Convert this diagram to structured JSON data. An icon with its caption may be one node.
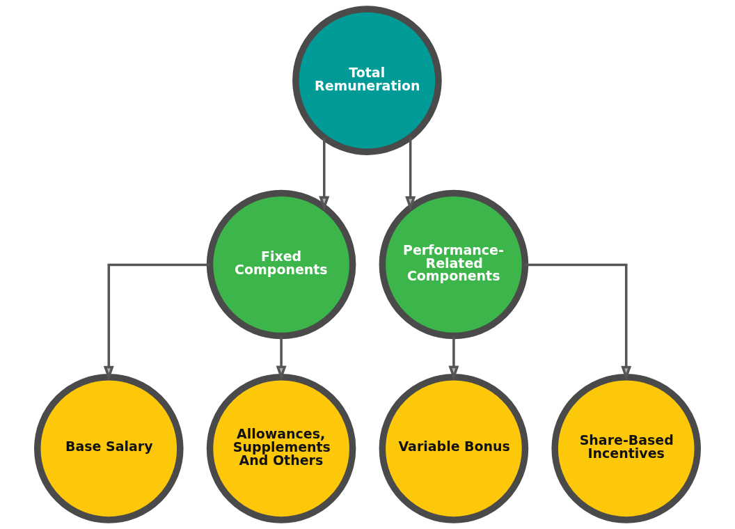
{
  "diagram": {
    "nodes": [
      {
        "text": [
          "Total Remuneration"
        ]
      },
      {
        "text": [
          "Fixed Components"
        ]
      },
      {
        "text": [
          "Performance-Related Components"
        ]
      },
      {
        "text": [
          "Base Salary"
        ]
      },
      {
        "text": [
          "Allowances, Supplements And Others"
        ]
      },
      {
        "text": [
          "Variable Bonus"
        ]
      },
      {
        "text": [
          "Share-Based Incentives"
        ]
      }
    ],
    "edges": [
      {
        "from": 0,
        "to": 1,
        "arrow": "to"
      },
      {
        "from": 0,
        "to": 2,
        "arrow": "to"
      },
      {
        "from": 1,
        "to": 3,
        "arrow": "to"
      },
      {
        "from": 1,
        "to": 4,
        "arrow": "to"
      },
      {
        "from": 2,
        "to": 5,
        "arrow": "to"
      },
      {
        "from": 2,
        "to": 6,
        "arrow": "to"
      }
    ]
  }
}
